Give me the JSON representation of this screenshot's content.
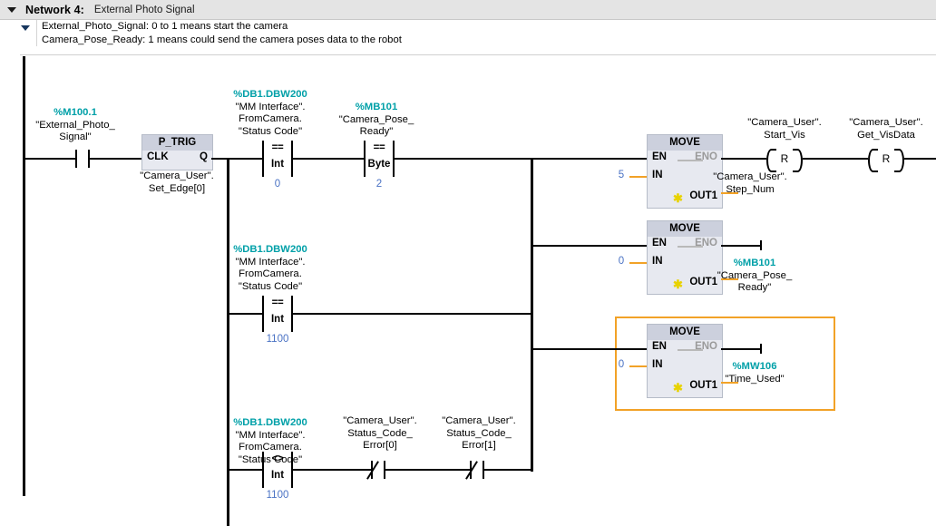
{
  "header": {
    "collapse_icon": "triangle-down-icon",
    "network_title": "Network 4:",
    "network_name": "External Photo Signal"
  },
  "comment": {
    "collapse_icon": "triangle-down-icon",
    "line1": "External_Photo_Signal: 0 to 1 means start the camera",
    "line2": "Camera_Pose_Ready: 1 means could send the camera poses data to the robot"
  },
  "colors": {
    "address": "#00a0a8",
    "constant": "#4a72c4",
    "wire": "#000000",
    "param_wire": "#f2a227",
    "selection": "#f2a227",
    "block_header": "#ccd0dd",
    "block_body": "#e7e9f0",
    "header_band": "#e4e4e4"
  },
  "rung": {
    "contact_photo": {
      "address": "%M100.1",
      "symbol_l1": "\"External_Photo_",
      "symbol_l2": "Signal\"",
      "type": "normally-open-contact"
    },
    "ptrig": {
      "name": "P_TRIG",
      "pin_clk": "CLK",
      "pin_q": "Q",
      "memory_l1": "\"Camera_User\".",
      "memory_l2": "Set_Edge[0]"
    },
    "branches": [
      {
        "id": "branch-status-0",
        "cmp1": {
          "address": "%DB1.DBW200",
          "symbol_l1": "\"MM Interface\".",
          "symbol_l2": "FromCamera.",
          "symbol_l3": "\"Status Code\"",
          "operator": "==",
          "datatype": "Int",
          "value": "0"
        },
        "cmp2": {
          "address": "%MB101",
          "symbol_l1": "\"Camera_Pose_",
          "symbol_l2": "Ready\"",
          "operator": "==",
          "datatype": "Byte",
          "value": "2"
        }
      },
      {
        "id": "branch-status-1100-eq",
        "cmp1": {
          "address": "%DB1.DBW200",
          "symbol_l1": "\"MM Interface\".",
          "symbol_l2": "FromCamera.",
          "symbol_l3": "\"Status Code\"",
          "operator": "==",
          "datatype": "Int",
          "value": "1100"
        }
      },
      {
        "id": "branch-status-1100-ne",
        "cmp1": {
          "address": "%DB1.DBW200",
          "symbol_l1": "\"MM Interface\".",
          "symbol_l2": "FromCamera.",
          "symbol_l3": "\"Status Code\"",
          "operator": "<>",
          "datatype": "Int",
          "value": "1100"
        },
        "contact_err0": {
          "symbol_l1": "\"Camera_User\".",
          "symbol_l2": "Status_Code_",
          "symbol_l3": "Error[0]",
          "type": "normally-closed-contact"
        },
        "contact_err1": {
          "symbol_l1": "\"Camera_User\".",
          "symbol_l2": "Status_Code_",
          "symbol_l3": "Error[1]",
          "type": "normally-closed-contact"
        }
      }
    ],
    "moves": [
      {
        "id": "move-step-num",
        "name": "MOVE",
        "pin_en": "EN",
        "pin_eno": "ENO",
        "pin_in": "IN",
        "pin_out": "OUT1",
        "in_value": "5",
        "out_l1": "\"Camera_User\".",
        "out_l2": "Step_Num",
        "selected": false
      },
      {
        "id": "move-camera-pose-ready",
        "name": "MOVE",
        "pin_en": "EN",
        "pin_eno": "ENO",
        "pin_in": "IN",
        "pin_out": "OUT1",
        "in_value": "0",
        "out_address": "%MB101",
        "out_l1": "\"Camera_Pose_",
        "out_l2": "Ready\"",
        "selected": false
      },
      {
        "id": "move-time-used",
        "name": "MOVE",
        "pin_en": "EN",
        "pin_eno": "ENO",
        "pin_in": "IN",
        "pin_out": "OUT1",
        "in_value": "0",
        "out_address": "%MW106",
        "out_l1": "\"Time_Used\"",
        "selected": true
      }
    ],
    "coils": [
      {
        "id": "coil-start-vis",
        "symbol_l1": "\"Camera_User\".",
        "symbol_l2": "Start_Vis",
        "letter": "R",
        "type": "reset-coil"
      },
      {
        "id": "coil-get-visdata",
        "symbol_l1": "\"Camera_User\".",
        "symbol_l2": "Get_VisData",
        "letter": "R",
        "type": "reset-coil"
      }
    ]
  }
}
